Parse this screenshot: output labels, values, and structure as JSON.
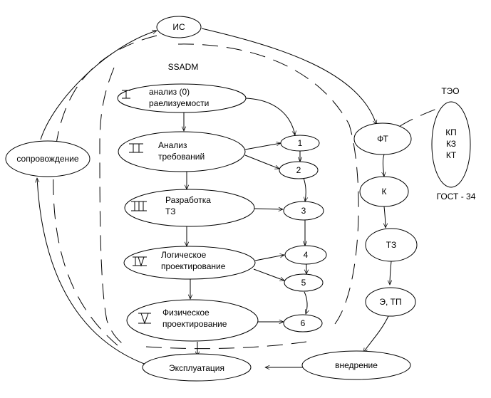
{
  "methodology_label": "SSADM",
  "cycle": {
    "is": "ИС",
    "support": "сопровождение",
    "operation": "Эксплуатация",
    "deployment": "внедрение"
  },
  "stages": [
    {
      "numeral": "I",
      "lines": [
        "анализ        (0)",
        "раелизуемости"
      ]
    },
    {
      "numeral": "II",
      "lines": [
        "Анализ",
        "требований"
      ]
    },
    {
      "numeral": "III",
      "lines": [
        "Разработка",
        "ТЗ"
      ]
    },
    {
      "numeral": "IV",
      "lines": [
        "Логическое",
        "проектирование"
      ]
    },
    {
      "numeral": "V",
      "lines": [
        "Физическое",
        "проектирование"
      ]
    }
  ],
  "steps": [
    "1",
    "2",
    "3",
    "4",
    "5",
    "6"
  ],
  "gost_chain": [
    "ФТ",
    "К",
    "ТЗ",
    "Э, ТП"
  ],
  "documents": {
    "top_label": "ТЭО",
    "items": [
      "КП",
      "КЗ",
      "КТ"
    ],
    "bottom_label": "ГОСТ - 34"
  }
}
